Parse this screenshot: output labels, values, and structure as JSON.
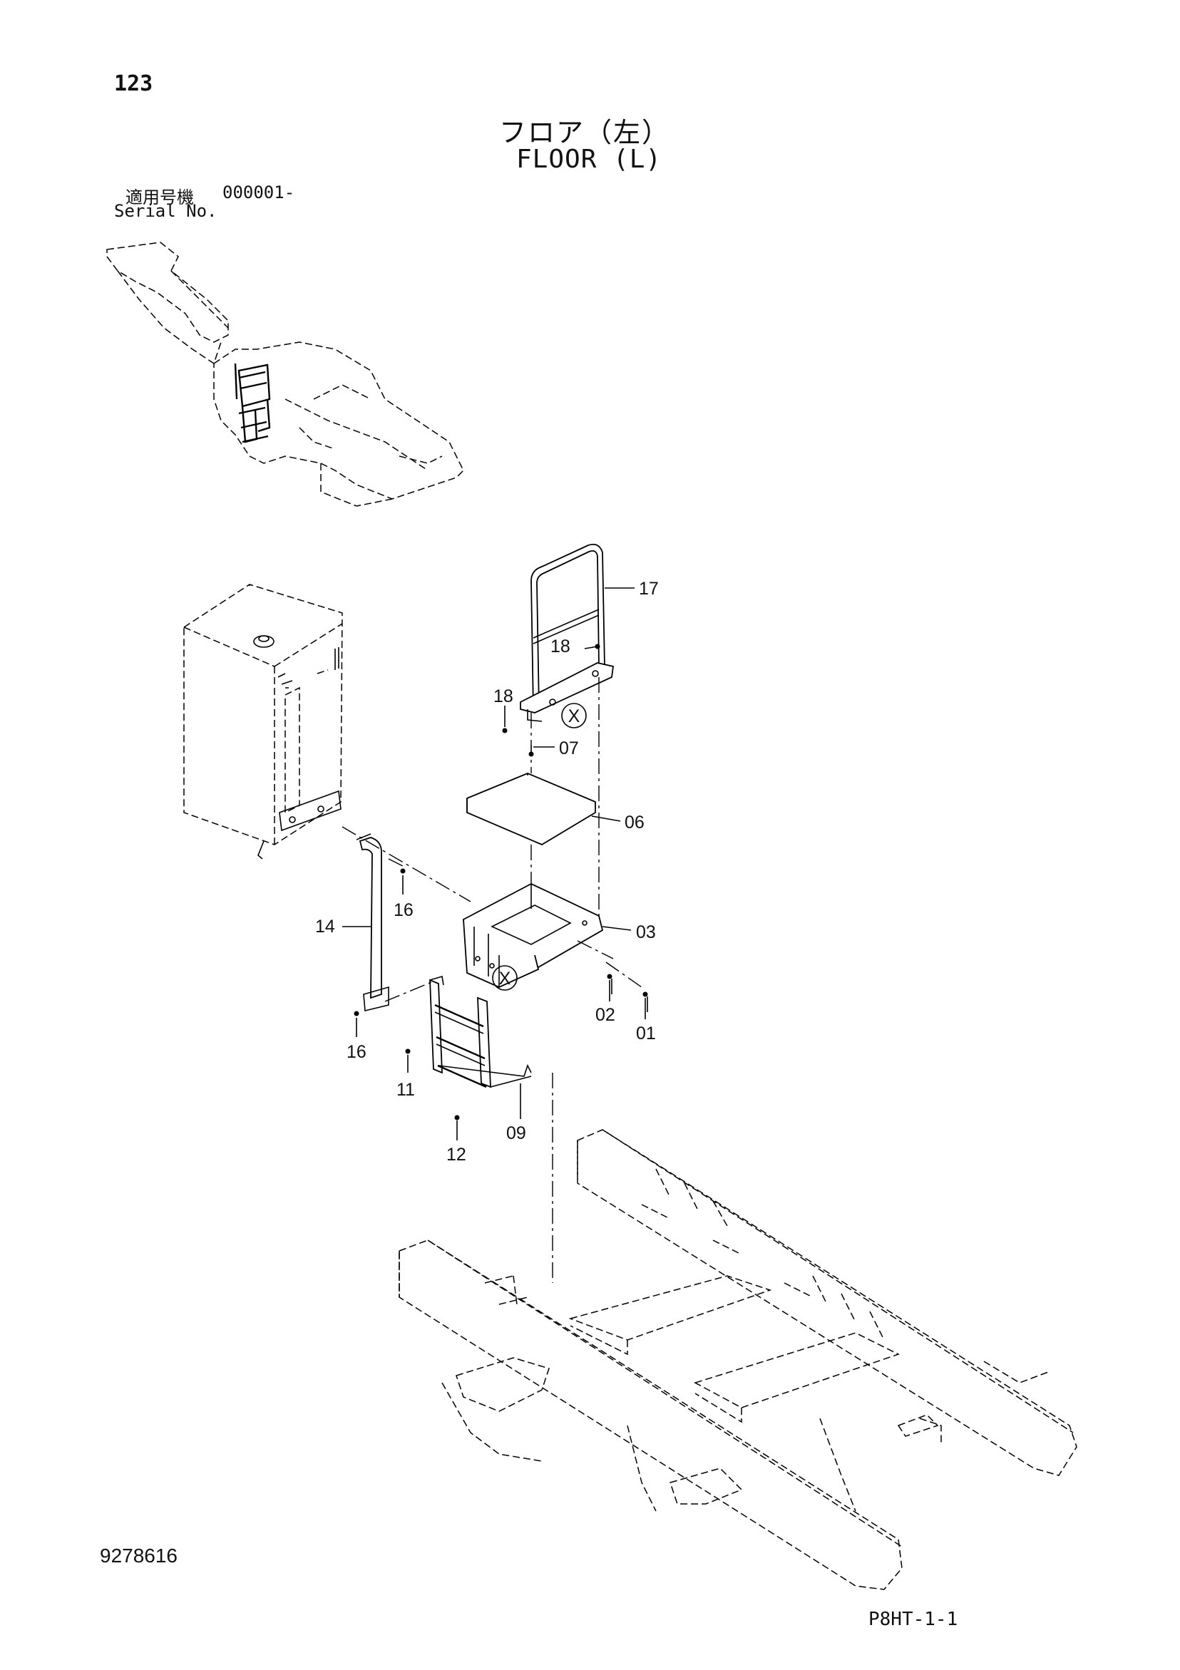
{
  "page": {
    "number": "123",
    "title_jp": "フロア（左）",
    "title_en": "FLOOR (L)",
    "serial_label_jp": "適用号機",
    "serial_value": "000001-",
    "serial_label_en": "Serial No.",
    "document_code": "9278616",
    "sheet_code": "P8HT-1-1"
  },
  "callouts": [
    {
      "id": "17",
      "label": "17"
    },
    {
      "id": "18a",
      "label": "18"
    },
    {
      "id": "18b",
      "label": "18"
    },
    {
      "id": "07",
      "label": "07"
    },
    {
      "id": "06",
      "label": "06"
    },
    {
      "id": "16a",
      "label": "16"
    },
    {
      "id": "14",
      "label": "14"
    },
    {
      "id": "03",
      "label": "03"
    },
    {
      "id": "02",
      "label": "02"
    },
    {
      "id": "01",
      "label": "01"
    },
    {
      "id": "16b",
      "label": "16"
    },
    {
      "id": "11",
      "label": "11"
    },
    {
      "id": "09",
      "label": "09"
    },
    {
      "id": "12",
      "label": "12"
    }
  ],
  "markers": [
    {
      "id": "x1",
      "label": "X"
    },
    {
      "id": "x2",
      "label": "X"
    }
  ]
}
